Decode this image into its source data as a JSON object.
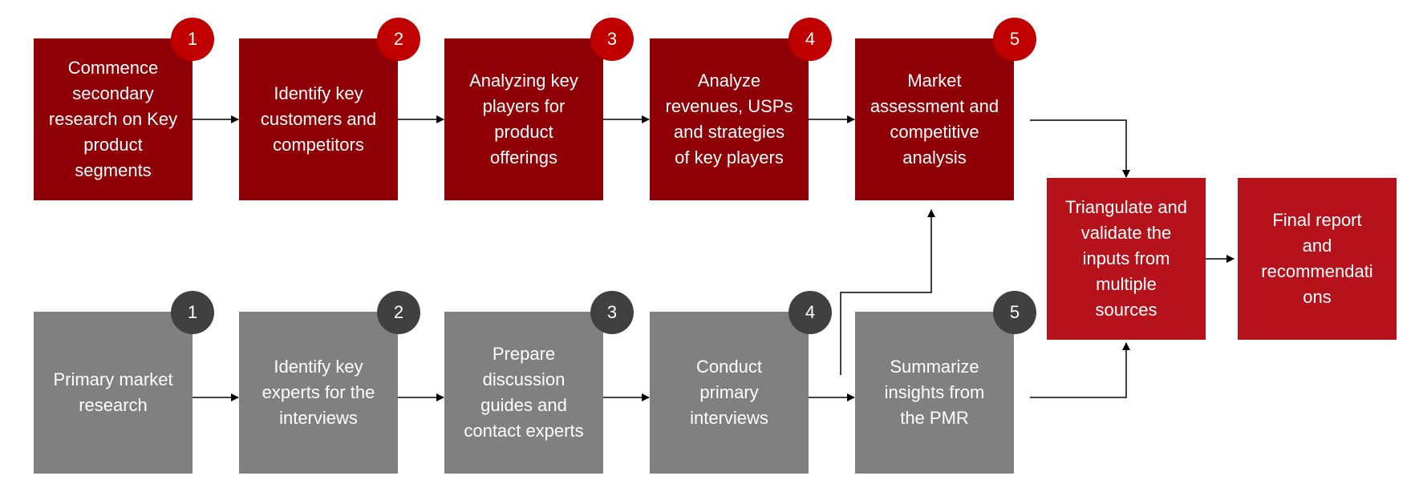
{
  "colors": {
    "research_box": "#8f0006",
    "primary_box": "#808080",
    "final_box": "#b5121b",
    "research_badge": "#c00000",
    "primary_badge": "#404040",
    "arrow": "#000000"
  },
  "research_row": [
    {
      "step": "1",
      "label": "Commence\nsecondary\nresearch on Key\nproduct\nsegments"
    },
    {
      "step": "2",
      "label": "Identify key\ncustomers and\ncompetitors"
    },
    {
      "step": "3",
      "label": "Analyzing key\nplayers for\nproduct\nofferings"
    },
    {
      "step": "4",
      "label": "Analyze\nrevenues, USPs\nand strategies\nof key players"
    },
    {
      "step": "5",
      "label": "Market\nassessment and\ncompetitive\nanalysis"
    }
  ],
  "primary_row": [
    {
      "step": "1",
      "label": "Primary market\nresearch"
    },
    {
      "step": "2",
      "label": "Identify key\nexperts for the\ninterviews"
    },
    {
      "step": "3",
      "label": "Prepare\ndiscussion\nguides and\ncontact experts"
    },
    {
      "step": "4",
      "label": "Conduct\nprimary\ninterviews"
    },
    {
      "step": "5",
      "label": "Summarize\ninsights from\nthe PMR"
    }
  ],
  "triangulate": {
    "label": "Triangulate and\nvalidate the\ninputs from\nmultiple\nsources"
  },
  "final": {
    "label": "Final report\nand\nrecommendati\nons"
  }
}
